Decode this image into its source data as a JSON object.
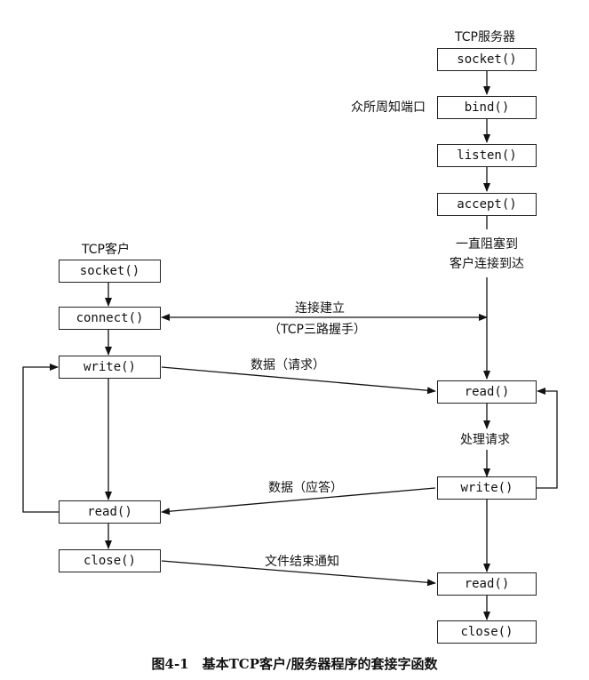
{
  "server": {
    "title": "TCP服务器",
    "socket": "socket()",
    "bind": "bind()",
    "bind_note": "众所周知端口",
    "listen": "listen()",
    "accept": "accept()",
    "block_note_1": "一直阻塞到",
    "block_note_2": "客户连接到达",
    "read1": "read()",
    "process_note": "处理请求",
    "write": "write()",
    "read2": "read()",
    "close": "close()"
  },
  "client": {
    "title": "TCP客户",
    "socket": "socket()",
    "connect": "connect()",
    "write": "write()",
    "read": "read()",
    "close": "close()"
  },
  "messages": {
    "connect_1": "连接建立",
    "connect_2": "（TCP三路握手）",
    "request": "数据（请求）",
    "reply": "数据（应答）",
    "eof": "文件结束通知"
  },
  "caption": "图4-1　基本TCP客户/服务器程序的套接字函数"
}
